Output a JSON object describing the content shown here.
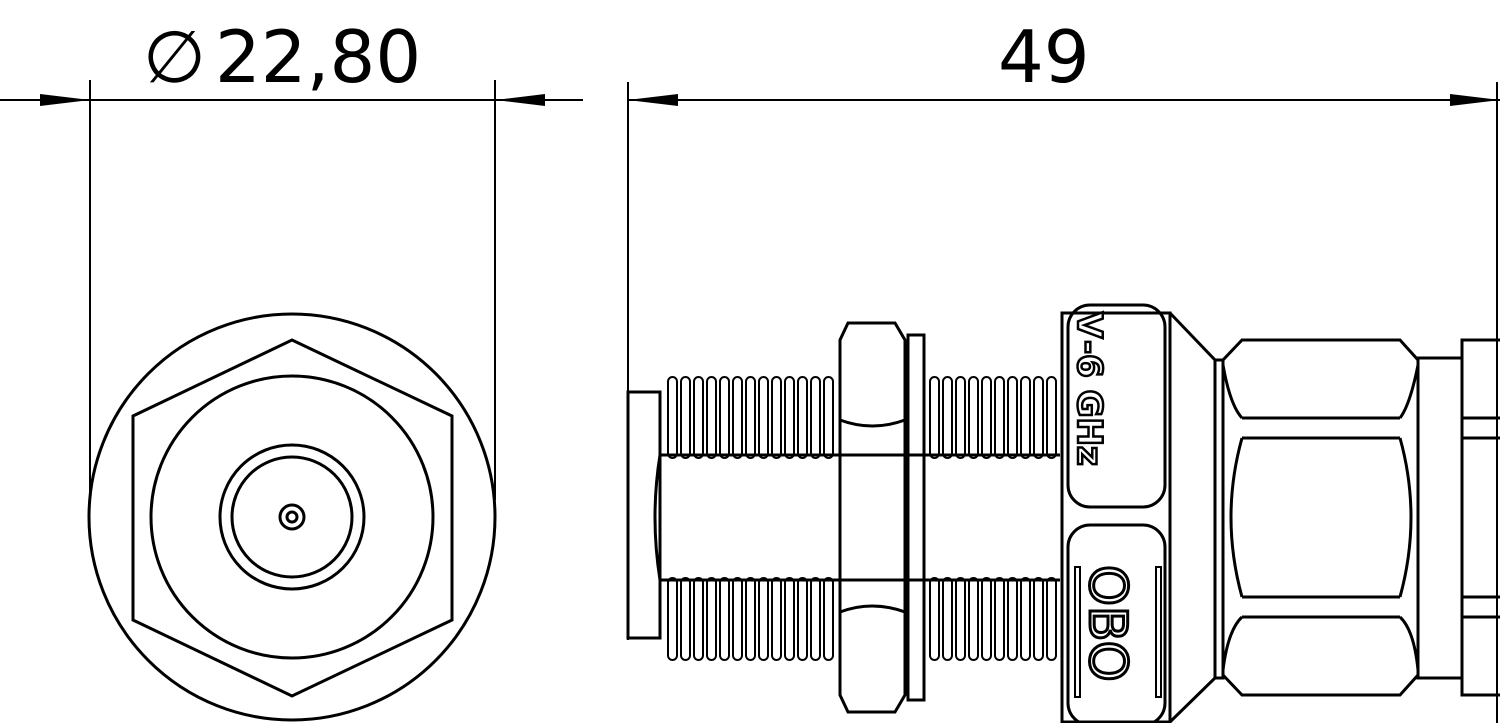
{
  "front_view": {
    "diameter_symbol": "∅",
    "diameter_label": "22,80"
  },
  "side_view": {
    "length_label": "49",
    "marking_voltage": "V",
    "marking_frequency": "-6 GHz",
    "brand": "OBO"
  },
  "colors": {
    "line": "#000000",
    "background": "#ffffff"
  }
}
